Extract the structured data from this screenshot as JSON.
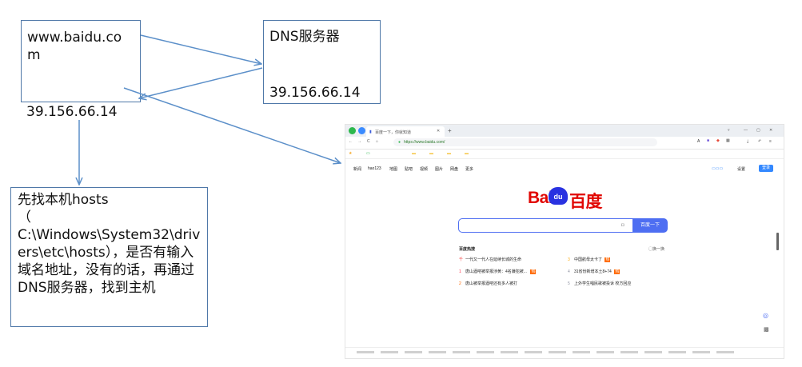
{
  "diagram": {
    "domain_box": {
      "text": "www.baidu.co\nm"
    },
    "ip_under_domain": "39.156.66.14",
    "dns_box": {
      "title": "DNS服务器",
      "ip": "39.156.66.14"
    },
    "hosts_box": {
      "text": "先找本机hosts\n（\nC:\\Windows\\System32\\drivers\\etc\\hosts），是否有输入域名地址，没有的话，再通过DNS服务器，找到主机"
    },
    "colors": {
      "box_border": "#4f78a8",
      "arrow": "#5b8fc9"
    }
  },
  "browser": {
    "tab_title": "百度一下，你就知道",
    "url": "https://www.baidu.com/",
    "top_nav": [
      "新闻",
      "hao123",
      "地图",
      "贴吧",
      "视频",
      "图片",
      "网盘",
      "更多"
    ],
    "settings_label": "设置",
    "login_label": "登录",
    "logo_text_left": "Bai",
    "logo_text_paw": "du",
    "logo_text_right": "百度",
    "search_button": "百度一下",
    "hot_title": "百度热搜",
    "hot_items_left": [
      {
        "rank": "千",
        "text": "一代又一代人在延续长城的生命"
      },
      {
        "rank": "1",
        "text": "唐山酒吧被举报涉黄：4名嫌犯被..."
      },
      {
        "rank": "2",
        "text": "唐山被举报酒吧还有多人被打"
      }
    ],
    "hot_items_right": [
      {
        "rank": "3",
        "text": "中国航母太卡了"
      },
      {
        "rank": "4",
        "text": "31省份新增本土8+74"
      },
      {
        "rank": "5",
        "text": "上外学生唱民歌被投诉 校方回应"
      }
    ],
    "swap_label": "换一换",
    "brand_accent": "#4e6ef2",
    "logo_red": "#e10602"
  }
}
